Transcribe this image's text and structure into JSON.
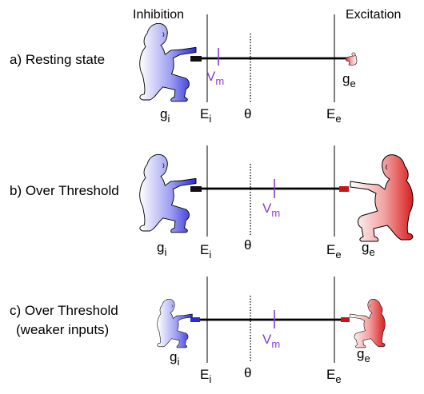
{
  "header": {
    "inhibition": "Inhibition",
    "excitation": "Excitation"
  },
  "colors": {
    "inhibitory": "#4a4ae0",
    "excitatory": "#e23a3a",
    "membrane": "#8a3bd6",
    "line": "#000000"
  },
  "symbols": {
    "Ei": {
      "base": "E",
      "sub": "i"
    },
    "Ee": {
      "base": "E",
      "sub": "e"
    },
    "theta": "θ",
    "gi": {
      "base": "g",
      "sub": "i"
    },
    "ge": {
      "base": "g",
      "sub": "e"
    },
    "vm": {
      "base": "V",
      "sub": "m"
    }
  },
  "panels": [
    {
      "label": "a) Resting state",
      "sublabel": ""
    },
    {
      "label": "b) Over Threshold",
      "sublabel": ""
    },
    {
      "label": "c) Over Threshold",
      "sublabel": "(weaker inputs)"
    }
  ]
}
